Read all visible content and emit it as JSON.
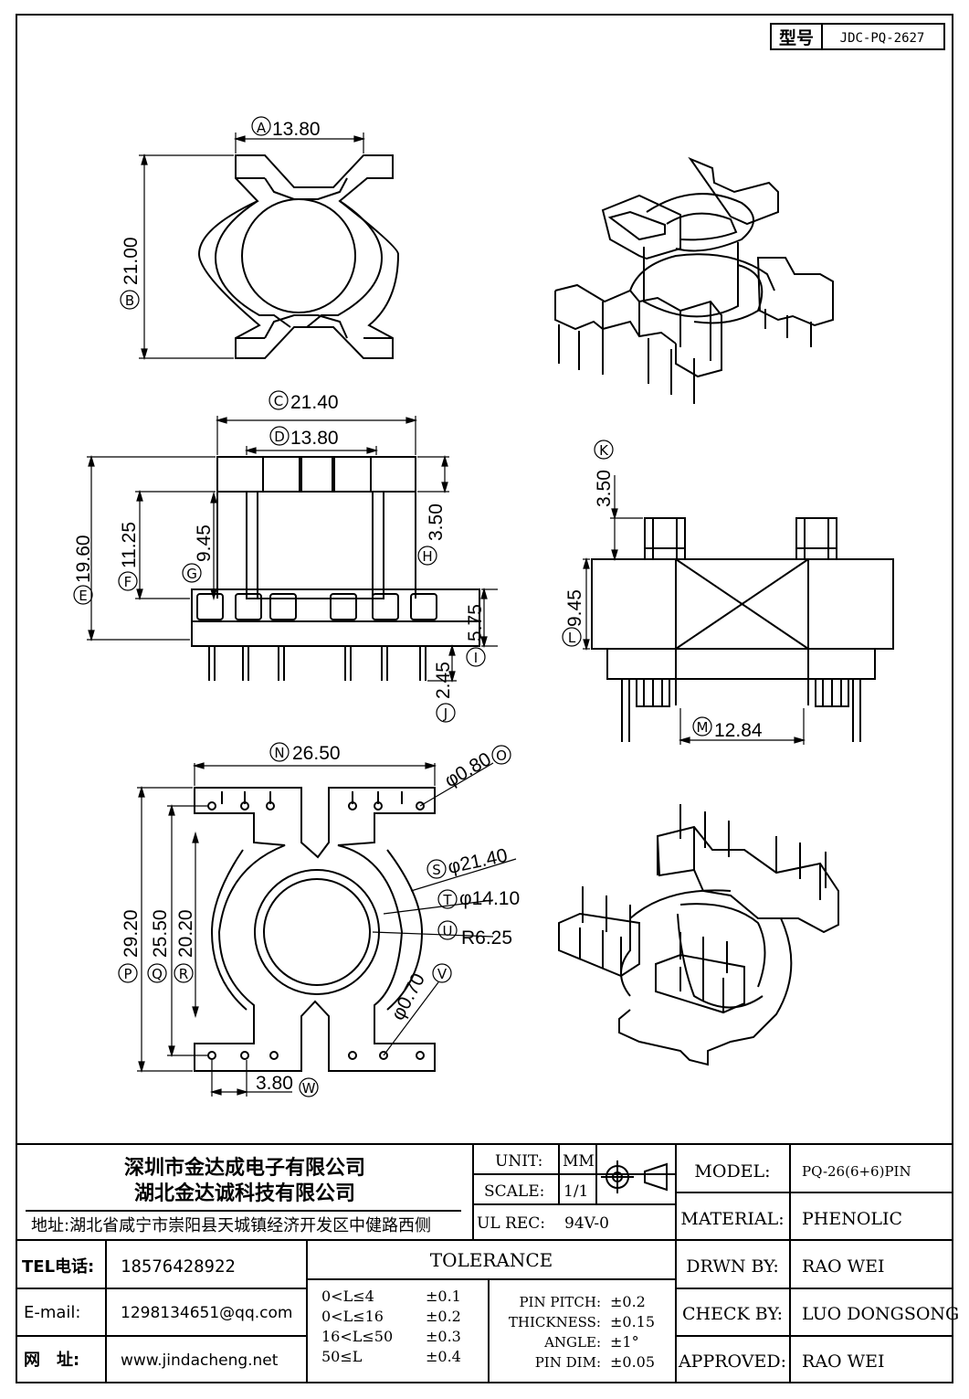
{
  "model_box": {
    "label": "型号",
    "code": "JDC-PQ-2627"
  },
  "dims": {
    "A": "13.80",
    "B": "21.00",
    "C": "21.40",
    "D": "13.80",
    "E": "19.60",
    "F": "11.25",
    "G": "9.45",
    "H": "3.50",
    "I": "5.75",
    "J": "2.45",
    "K": "3.50",
    "L": "9.45",
    "M": "12.84",
    "N": "26.50",
    "O": "φ0.80",
    "P": "29.20",
    "Q": "25.50",
    "R": "20.20",
    "S": "φ21.40",
    "T": "φ14.10",
    "U": "R6.25",
    "V": "φ0.70",
    "W": "3.80"
  },
  "title_block": {
    "company1": "深圳市金达成电子有限公司",
    "company2": "湖北金达诚科技有限公司",
    "address": "地址:湖北省咸宁市崇阳县天城镇经济开发区中健路西侧",
    "tel_label": "TEL电话:",
    "tel": "18576428922",
    "email_label": "E-mail:",
    "email": "1298134651@qq.com",
    "web_label": "网　址:",
    "web": "www.jindacheng.net",
    "unit_label": "UNIT:",
    "unit": "MM",
    "scale_label": "SCALE:",
    "scale": "1/1",
    "ulrec_label": "UL REC:",
    "ulrec": "94V-0",
    "tolerance_title": "TOLERANCE",
    "tolerances": [
      {
        "range": "0<L≤4",
        "value": "±0.1"
      },
      {
        "range": "0<L≤16",
        "value": "±0.2"
      },
      {
        "range": "16<L≤50",
        "value": "±0.3"
      },
      {
        "range": "50≤L",
        "value": "±0.4"
      }
    ],
    "pin_tolerances": [
      {
        "label": "PIN PITCH:",
        "value": "±0.2"
      },
      {
        "label": "THICKNESS:",
        "value": "±0.15"
      },
      {
        "label": "ANGLE:",
        "value": "±1°"
      },
      {
        "label": "PIN DIM:",
        "value": "±0.05"
      }
    ],
    "model_label": "MODEL:",
    "model": "PQ-26(6+6)PIN",
    "material_label": "MATERIAL:",
    "material": "PHENOLIC",
    "drwn_label": "DRWN BY:",
    "drwn": "RAO WEI",
    "check_label": "CHECK BY:",
    "check": "LUO DONGSONG",
    "approved_label": "APPROVED:",
    "approved": "RAO WEI"
  }
}
